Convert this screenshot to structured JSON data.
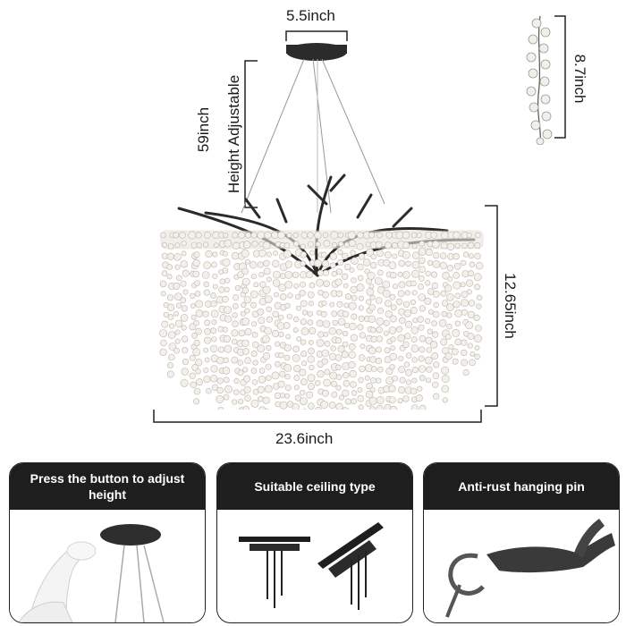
{
  "dimensions": {
    "canopy_width": "5.5inch",
    "drop_length": "59inch",
    "height_note": "Height Adjustable",
    "body_height": "12.65inch",
    "body_width": "23.6inch",
    "strand_length": "8.7inch"
  },
  "panels": [
    {
      "title": "Press the button to adjust height"
    },
    {
      "title": "Suitable ceiling type"
    },
    {
      "title": "Anti-rust hanging pin"
    }
  ],
  "colors": {
    "frame": "#2b2b2b",
    "crystal": "#e9e4dc",
    "panel_header": "#1e1e1e"
  }
}
